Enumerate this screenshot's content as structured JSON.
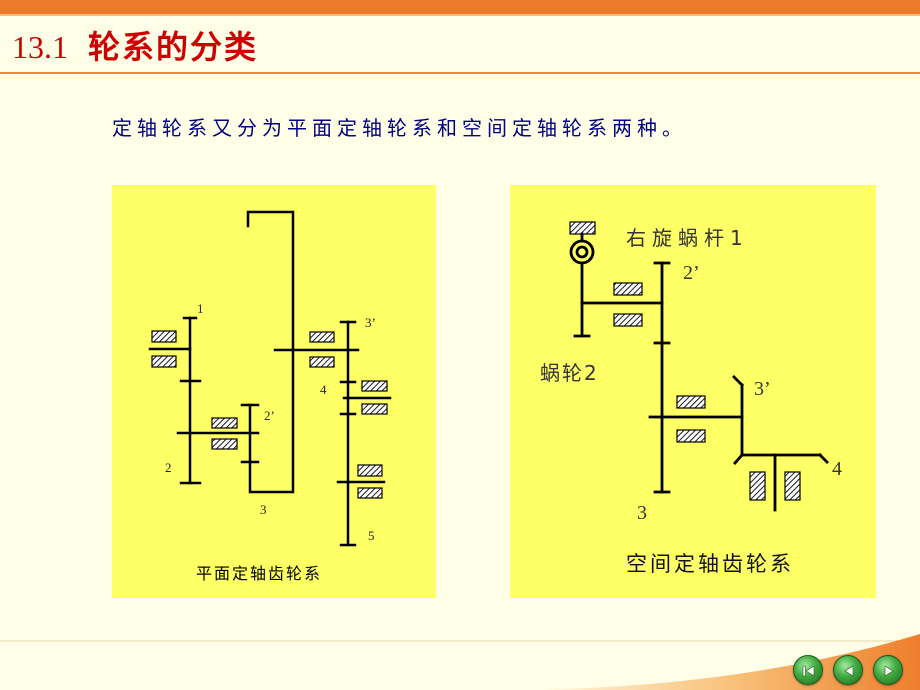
{
  "slide": {
    "title_number": "13.1",
    "title_text": "轮系的分类",
    "subtitle": "定轴轮系又分为平面定轴轮系和空间定轴轮系两种。"
  },
  "planar_panel": {
    "caption": "平面定轴齿轮系",
    "labels": {
      "g1": "1",
      "g2": "2",
      "g2p": "2’",
      "g3": "3",
      "g3p": "3’",
      "g4": "4",
      "g5": "5"
    }
  },
  "spatial_panel": {
    "caption": "空间定轴齿轮系",
    "labels": {
      "worm": "右旋蜗杆1",
      "g2p": "2’",
      "wheel": "蜗轮2",
      "g3p": "3’",
      "g4": "4",
      "g3": "3"
    }
  },
  "nav": {
    "buttons": [
      {
        "icon": "first-slide-icon"
      },
      {
        "icon": "previous-slide-icon"
      },
      {
        "icon": "next-slide-icon"
      }
    ]
  },
  "colors": {
    "accent": "#EC7A2B",
    "title": "#CC0000",
    "subtitle": "#000080",
    "panel": "#FFFF66",
    "background": "#FFFFE8",
    "nav_button": "#3FA83F"
  }
}
